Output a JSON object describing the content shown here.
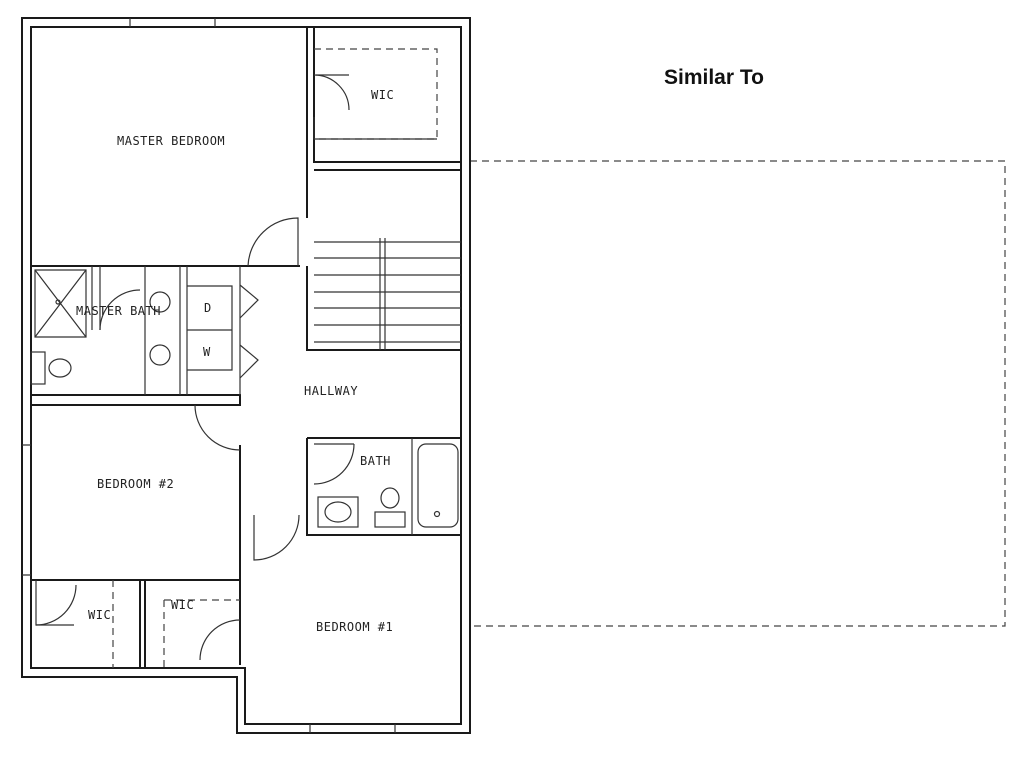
{
  "heading": "Similar To",
  "rooms": {
    "master_bedroom": "MASTER BEDROOM",
    "wic_master": "WIC",
    "master_bath": "MASTER BATH",
    "hallway": "HALLWAY",
    "bath": "BATH",
    "bedroom_2": "BEDROOM #2",
    "bedroom_1": "BEDROOM #1",
    "wic_bedroom_2": "WIC",
    "wic_bedroom_1": "WIC"
  },
  "appliances": {
    "dryer": "D",
    "washer": "W"
  }
}
